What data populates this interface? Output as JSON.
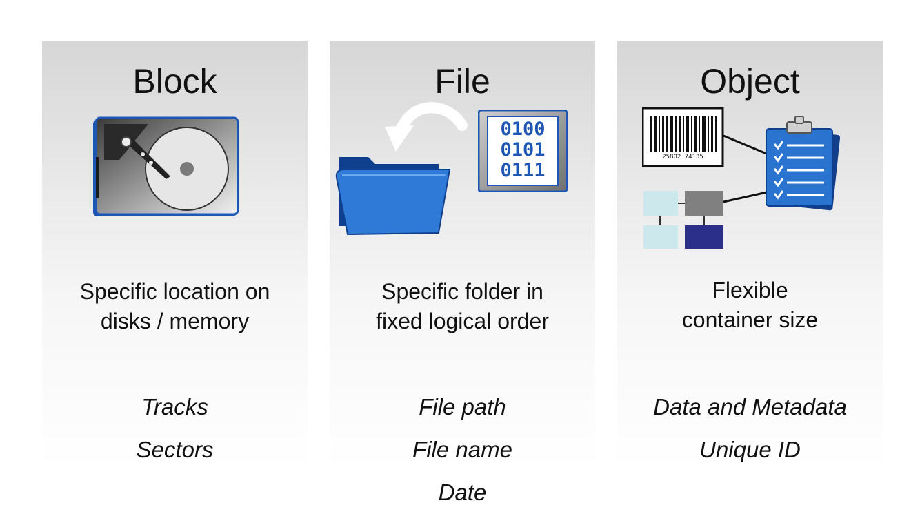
{
  "columns": [
    {
      "title": "Block",
      "description": [
        "Specific location on",
        "disks / memory"
      ],
      "attributes": [
        "Tracks",
        "Sectors"
      ],
      "icon": "hard-disk-icon"
    },
    {
      "title": "File",
      "description": [
        "Specific folder in",
        "fixed logical order"
      ],
      "attributes": [
        "File path",
        "File name",
        "Date"
      ],
      "icon": "folder-with-binary-icon",
      "binary_lines": [
        "0100",
        "0101",
        "0111"
      ]
    },
    {
      "title": "Object",
      "description": [
        "Flexible",
        "container size"
      ],
      "attributes": [
        "Data and Metadata",
        "Unique ID"
      ],
      "icon": "barcode-clipboard-icon",
      "barcode_number": "25802 74135"
    }
  ],
  "colors": {
    "accent_blue": "#1e63c4",
    "dark_navy": "#2b2f8a",
    "light_cyan": "#cde8ec",
    "gray_block": "#808080"
  }
}
